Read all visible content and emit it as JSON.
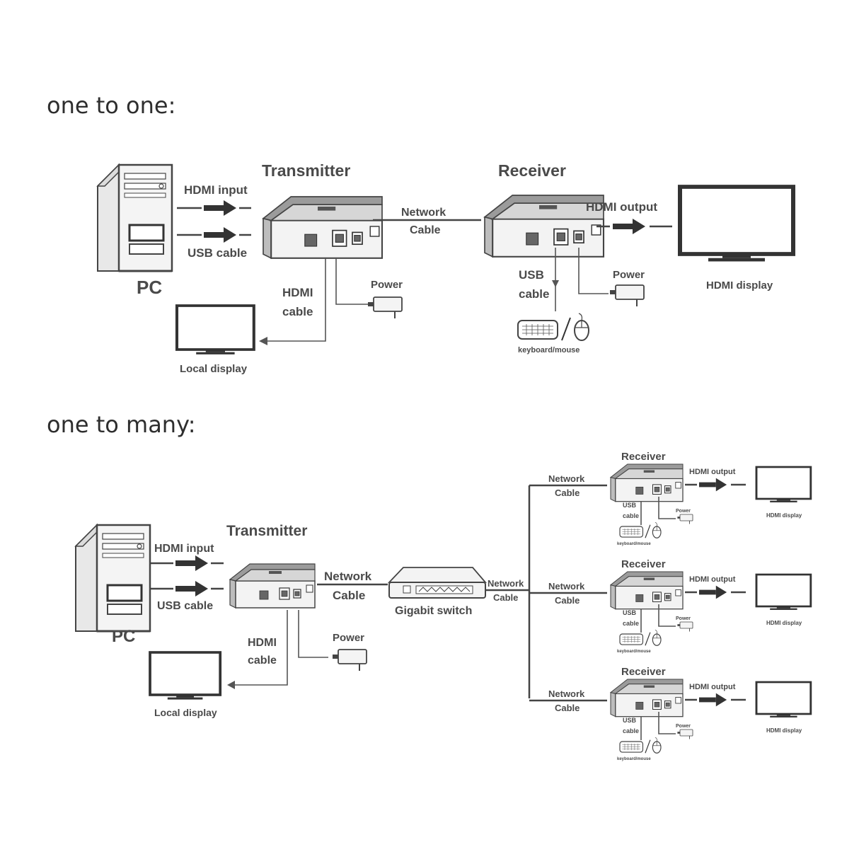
{
  "sections": {
    "one_to_one": {
      "heading": "one to one:",
      "pc_label": "PC",
      "hdmi_input": "HDMI input",
      "usb_cable": "USB cable",
      "transmitter": "Transmitter",
      "receiver": "Receiver",
      "network": "Network",
      "cable": "Cable",
      "hdmi_output": "HDMI output",
      "hdmi_display": "HDMI display",
      "hdmi": "HDMI",
      "hdmi_cable_word": "cable",
      "power_tx": "Power",
      "power_rx": "Power",
      "usb": "USB",
      "usb_cable_word": "cable",
      "keyboard_mouse": "keyboard/mouse",
      "local_display": "Local display"
    },
    "one_to_many": {
      "heading": "one to many:",
      "pc_label": "PC",
      "hdmi_input": "HDMI input",
      "usb_cable": "USB cable",
      "transmitter": "Transmitter",
      "network": "Network",
      "cable": "Cable",
      "switch": "Gigabit switch",
      "hdmi": "HDMI",
      "hdmi_cable_word": "cable",
      "power": "Power",
      "local_display": "Local display",
      "receivers": [
        {
          "title": "Receiver",
          "network": "Network",
          "cable": "Cable",
          "hdmi_output": "HDMI output",
          "hdmi_display": "HDMI display",
          "usb": "USB",
          "usb_cable_word": "cable",
          "power": "Power",
          "keyboard_mouse": "keyboard/mouse"
        },
        {
          "title": "Receiver",
          "network": "Network",
          "cable": "Cable",
          "hdmi_output": "HDMI output",
          "hdmi_display": "HDMI display",
          "usb": "USB",
          "usb_cable_word": "cable",
          "power": "Power",
          "keyboard_mouse": "keyboard/mouse"
        },
        {
          "title": "Receiver",
          "network": "Network",
          "cable": "Cable",
          "hdmi_output": "HDMI output",
          "hdmi_display": "HDMI display",
          "usb": "USB",
          "usb_cable_word": "cable",
          "power": "Power",
          "keyboard_mouse": "keyboard/mouse"
        }
      ]
    }
  }
}
